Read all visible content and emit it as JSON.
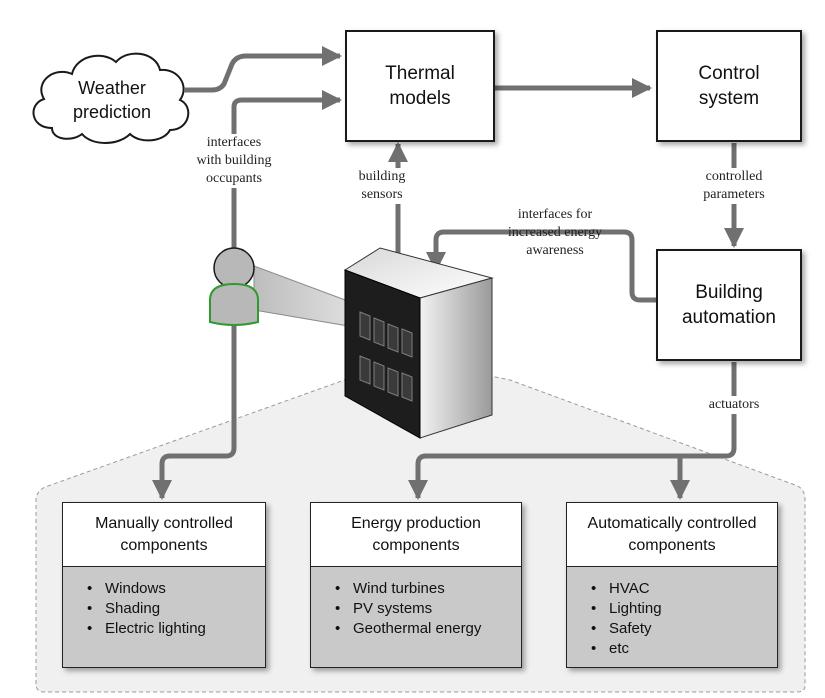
{
  "nodes": {
    "weather_prediction": "Weather\nprediction",
    "thermal_models": "Thermal\nmodels",
    "control_system": "Control\nsystem",
    "building_automation": "Building\nautomation"
  },
  "edge_labels": {
    "interfaces_with_occupants": "interfaces\nwith building\noccupants",
    "building_sensors": "building\nsensors",
    "energy_awareness": "interfaces for\nincreased energy\nawareness",
    "controlled_parameters": "controlled\nparameters",
    "actuators": "actuators"
  },
  "components": [
    {
      "title": "Manually controlled\ncomponents",
      "items": [
        "Windows",
        "Shading",
        "Electric lighting"
      ]
    },
    {
      "title": "Energy production\ncomponents",
      "items": [
        "Wind turbines",
        "PV systems",
        "Geothermal energy"
      ]
    },
    {
      "title": "Automatically controlled\ncomponents",
      "items": [
        "HVAC",
        "Lighting",
        "Safety",
        "etc"
      ]
    }
  ],
  "colors": {
    "arrow": "#707070",
    "panel": "#f0f0f0",
    "card_body": "#c9c9c9",
    "occupant_outline": "#2f9a2f"
  },
  "icons": [
    "weather-cloud-icon",
    "occupant-icon",
    "building-icon"
  ]
}
